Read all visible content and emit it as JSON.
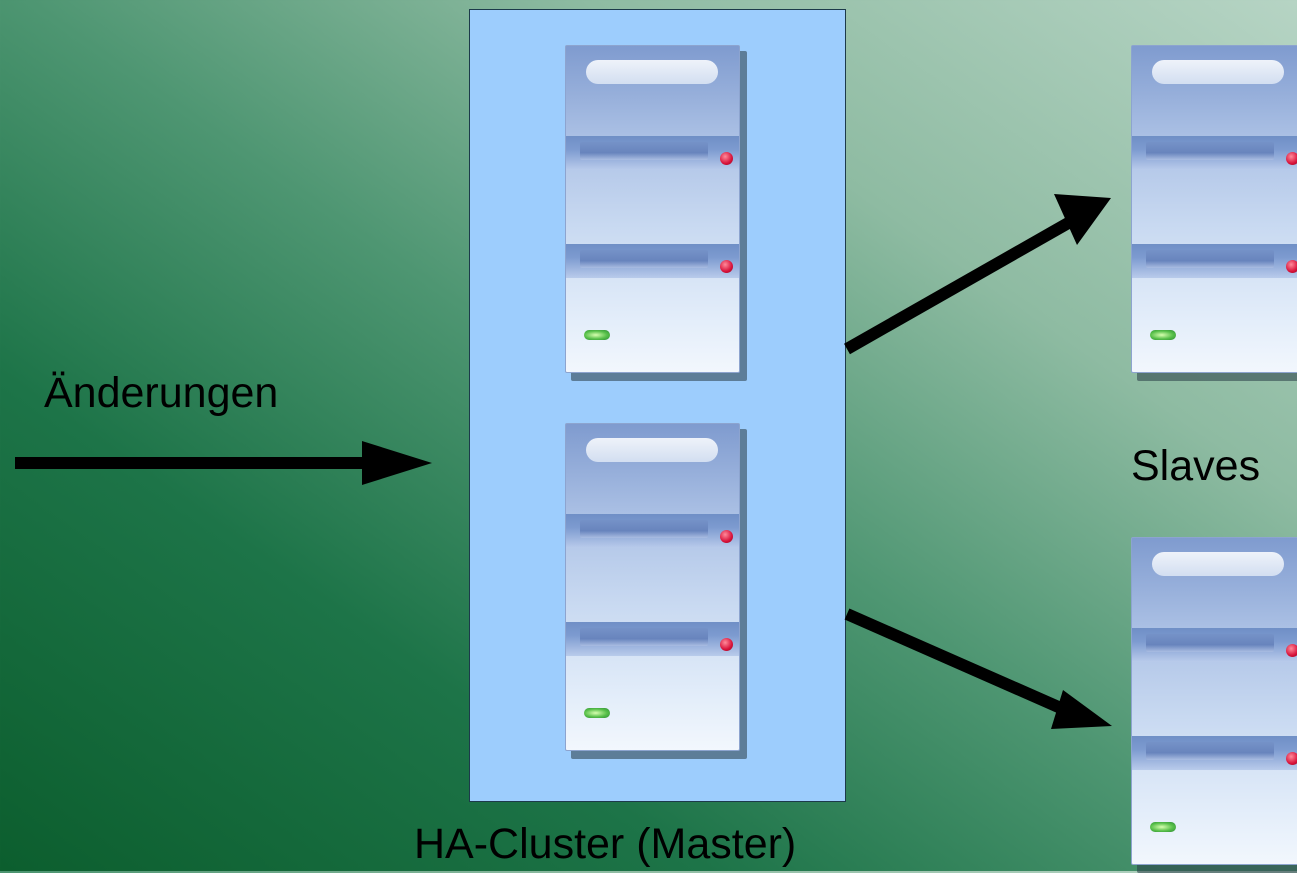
{
  "labels": {
    "changes": "Änderungen",
    "slaves": "Slaves",
    "cluster": "HA-Cluster (Master)"
  },
  "colors": {
    "cluster_box": "#9dcdfd",
    "arrow": "#000000",
    "server_led_red": "#d8123a",
    "server_led_green": "#58c04a"
  },
  "servers": [
    {
      "group": "master",
      "icon": "server-icon"
    },
    {
      "group": "master",
      "icon": "server-icon"
    },
    {
      "group": "slave",
      "icon": "server-icon"
    },
    {
      "group": "slave",
      "icon": "server-icon"
    }
  ]
}
